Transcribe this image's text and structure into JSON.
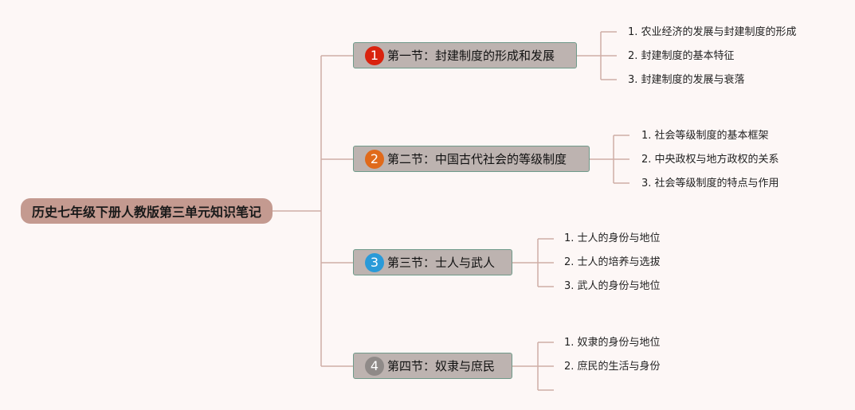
{
  "root": {
    "title": "历史七年级下册人教版第三单元知识笔记"
  },
  "branches": [
    {
      "number": "1",
      "color": "#d9230f",
      "title": "第一节：封建制度的形成和发展",
      "items": [
        "1. 农业经济的发展与封建制度的形成",
        "2. 封建制度的基本特征",
        "3. 封建制度的发展与衰落"
      ]
    },
    {
      "number": "2",
      "color": "#e06a1b",
      "title": "第二节：中国古代社会的等级制度",
      "items": [
        "1. 社会等级制度的基本框架",
        "2. 中央政权与地方政权的关系",
        "3. 社会等级制度的特点与作用"
      ]
    },
    {
      "number": "3",
      "color": "#2a9ad8",
      "title": "第三节：士人与武人",
      "items": [
        "1. 士人的身份与地位",
        "2. 士人的培养与选拔",
        "3. 武人的身份与地位"
      ]
    },
    {
      "number": "4",
      "color": "#8f8a88",
      "title": "第四节：奴隶与庶民",
      "items": [
        "1. 奴隶的身份与地位",
        "2. 庶民的生活与身份"
      ]
    }
  ]
}
